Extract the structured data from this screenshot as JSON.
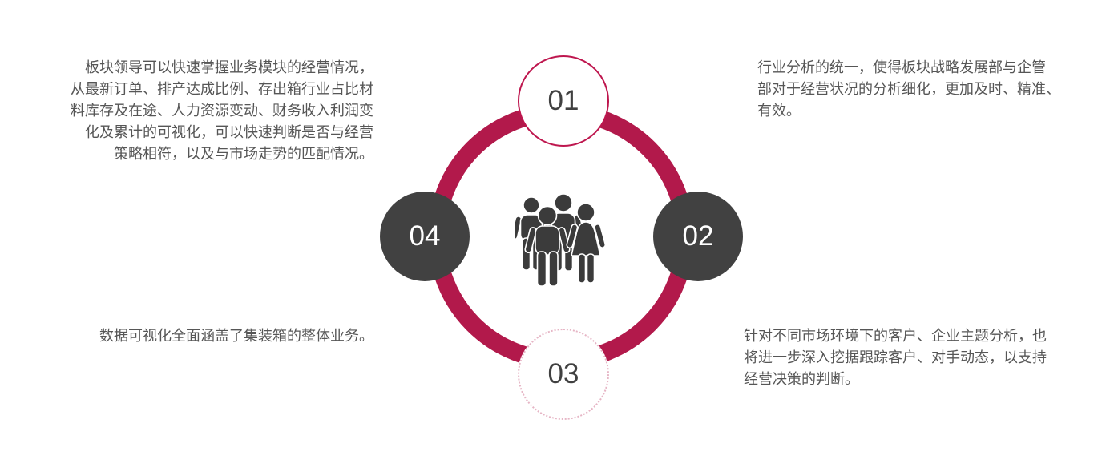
{
  "diagram_type": "circular-cycle-infographic",
  "colors": {
    "ring": "#B2194B",
    "node_top_outline": "#BE164E",
    "node_bottom_dotted_outline": "#E6B5C5",
    "node_dark_fill": "#414141",
    "number_on_white": "#414141",
    "number_on_dark": "#FFFFFF",
    "body_text": "#565656",
    "center_icon": "#3B3B3B",
    "background": "#FFFFFF"
  },
  "center_icon": "people-group-icon",
  "nodes": {
    "top": {
      "label": "01",
      "style": "white-solid-outline"
    },
    "right": {
      "label": "02",
      "style": "dark-filled"
    },
    "bottom": {
      "label": "03",
      "style": "white-dotted-outline"
    },
    "left": {
      "label": "04",
      "style": "dark-filled"
    }
  },
  "annotations": {
    "top_left": {
      "align": "right",
      "text": "板块领导可以快速掌握业务模块的经营情况，从最新订单、排产达成比例、存出箱行业占比材料库存及在途、人力资源变动、财务收入利润变化及累计的可视化，可以快速判断是否与经营策略相符，以及与市场走势的匹配情况。",
      "lines": [
        "板块领导可以快速掌握业务模块的经营情况，",
        "从最新订单、排产达成比例、存出箱行业占比材",
        "料库存及在途、人力资源变动、财务收入利润变",
        "化及累计的可视化，可以快速判断是否与经营",
        "策略相符，以及与市场走势的匹配情况。"
      ]
    },
    "top_right": {
      "align": "left",
      "text": "行业分析的统一，使得板块战略发展部与企管部对于经营状况的分析细化，更加及时、精准、有效。",
      "lines": [
        "行业分析的统一，使得板块战略发展部与企管",
        "部对于经营状况的分析细化，更加及时、精准、",
        "有效。"
      ]
    },
    "bottom_left": {
      "align": "right",
      "text": "数据可视化全面涵盖了集装箱的整体业务。",
      "lines": [
        "数据可视化全面涵盖了集装箱的整体业务。"
      ]
    },
    "bottom_right": {
      "align": "left",
      "text": "针对不同市场环境下的客户、企业主题分析，也将进一步深入挖据跟踪客户、对手动态，以支持经营决策的判断。",
      "lines": [
        "针对不同市场环境下的客户、企业主题分析，也",
        "将进一步深入挖据跟踪客户、对手动态，以支持",
        "经营决策的判断。"
      ]
    }
  }
}
